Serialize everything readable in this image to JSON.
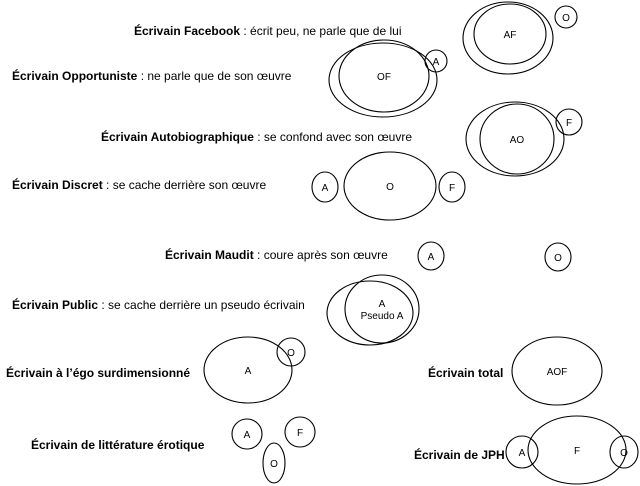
{
  "rows": [
    {
      "key": "facebook",
      "name": "Écrivain Facebook",
      "desc": " : écrit peu, ne parle que de lui",
      "shapes": [
        {
          "text": ""
        },
        {
          "text": "AF"
        },
        {
          "text": "O"
        }
      ]
    },
    {
      "key": "opportuniste",
      "name": "Écrivain Opportuniste",
      "desc": " : ne parle que de son œuvre",
      "shapes": [
        {
          "text": ""
        },
        {
          "text": "OF"
        },
        {
          "text": "A"
        }
      ]
    },
    {
      "key": "autobiographique",
      "name": "Écrivain Autobiographique",
      "desc": " : se confond avec  son œuvre",
      "shapes": [
        {
          "text": ""
        },
        {
          "text": "AO"
        },
        {
          "text": "F"
        }
      ]
    },
    {
      "key": "discret",
      "name": "Écrivain Discret",
      "desc": " : se cache derrière son œuvre",
      "shapes": [
        {
          "text": "A"
        },
        {
          "text": "O"
        },
        {
          "text": "F"
        }
      ]
    },
    {
      "key": "maudit",
      "name": "Écrivain Maudit",
      "desc": " : coure après son œuvre",
      "shapes": [
        {
          "text": "A"
        },
        {
          "text": "O"
        }
      ]
    },
    {
      "key": "public",
      "name": "Écrivain Public",
      "desc": " : se cache derrière un pseudo écrivain",
      "shapes": [
        {
          "text": ""
        },
        {
          "text": "A\nPseudo A"
        }
      ]
    },
    {
      "key": "ego",
      "name": "Écrivain à l’égo surdimensionné",
      "desc": "",
      "shapes": [
        {
          "text": "A"
        },
        {
          "text": "O"
        }
      ]
    },
    {
      "key": "total",
      "name": "Écrivain total",
      "desc": "",
      "shapes": [
        {
          "text": "AOF"
        }
      ]
    },
    {
      "key": "erotique",
      "name": "Écrivain de littérature érotique",
      "desc": "",
      "shapes": [
        {
          "text": "A"
        },
        {
          "text": "F"
        },
        {
          "text": "O"
        }
      ]
    },
    {
      "key": "jph",
      "name": "Écrivain de JPH",
      "desc": "",
      "shapes": [
        {
          "text": "F"
        },
        {
          "text": "A"
        },
        {
          "text": "O"
        }
      ]
    }
  ]
}
